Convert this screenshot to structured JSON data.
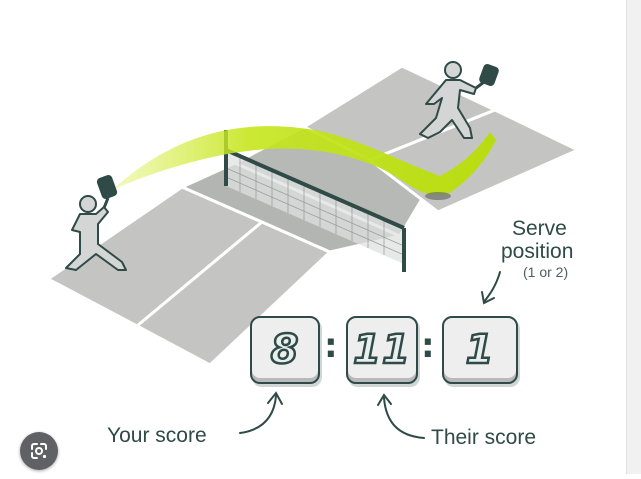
{
  "scoreboard": {
    "your_score": "8",
    "their_score": "11",
    "serve_position": "1",
    "separator": ":"
  },
  "labels": {
    "your_score": "Your score",
    "their_score": "Their score",
    "serve_position_line1": "Serve",
    "serve_position_line2": "position",
    "serve_position_note": "(1 or 2)"
  },
  "colors": {
    "court": "#c2c3c1",
    "court_line": "#ffffff",
    "ball_trail": "#c6e61e",
    "outline": "#2f4a47",
    "score_box": "#eeeeee"
  },
  "icons": {
    "lens_button": "google-lens-icon"
  }
}
